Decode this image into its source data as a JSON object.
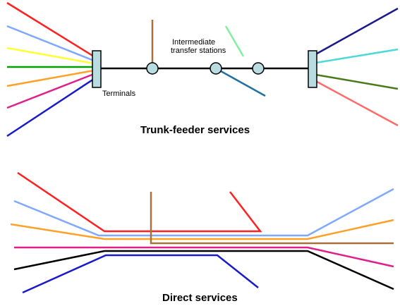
{
  "labels": {
    "terminals": "Terminals",
    "intermediate_line1": "Intermediate",
    "intermediate_line2": "transfer stations",
    "trunk_title": "Trunk-feeder services",
    "direct_title": "Direct services"
  },
  "colors": {
    "red": "#ff2020",
    "light_blue": "#7fa8ff",
    "yellow": "#ffff33",
    "green": "#00a000",
    "orange": "#ffa126",
    "magenta": "#e0208a",
    "navy": "#1a1acd",
    "dark_navy": "#1a1a8c",
    "cyan": "#50d8d8",
    "dark_green": "#4a7a1a",
    "salmon": "#ff6a6a",
    "brown": "#a8703a",
    "light_green": "#80f0a0",
    "teal": "#2070a0",
    "black": "#000000",
    "terminal_fill": "#b8dce0",
    "station_fill": "#b8dce0"
  }
}
